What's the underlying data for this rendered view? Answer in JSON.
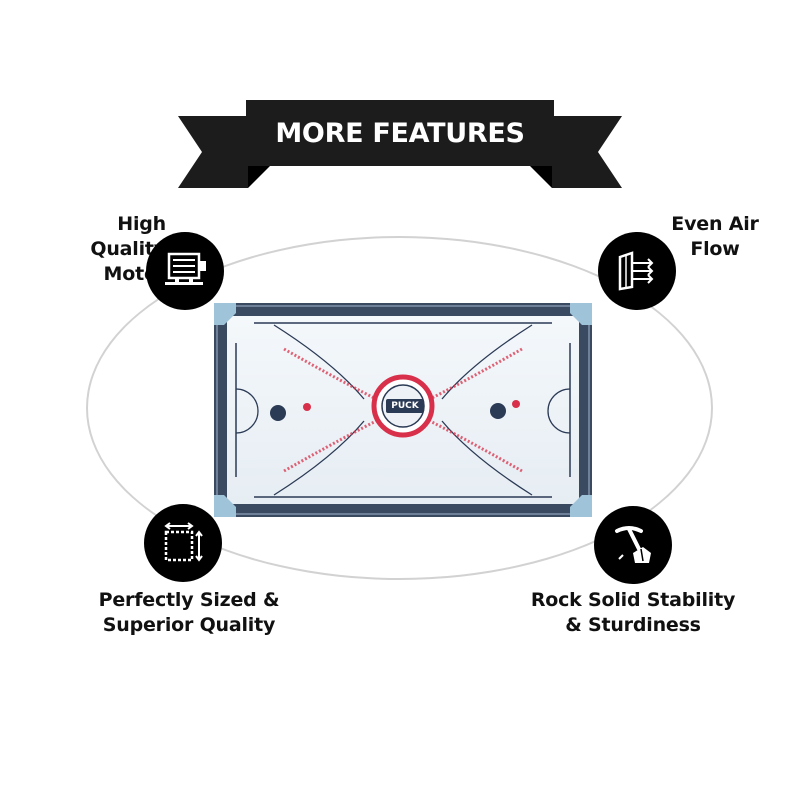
{
  "banner": {
    "title": "MORE FEATURES"
  },
  "features": [
    {
      "line1": "High Quality",
      "line2": "Motor",
      "icon": "motor-icon"
    },
    {
      "line1": "Even Air",
      "line2": "Flow",
      "icon": "air-flow-icon"
    },
    {
      "line1": "Perfectly Sized &",
      "line2": "Superior Quality",
      "icon": "dimensions-icon"
    },
    {
      "line1": "Rock Solid Stability",
      "line2": "& Sturdiness",
      "icon": "pickaxe-rock-icon"
    }
  ],
  "table": {
    "puck_label": "PUCK"
  },
  "colors": {
    "banner": "#1c1c1c",
    "icon_bg": "#000000",
    "table_frame": "#3a4a60",
    "accent": "#d8304a"
  }
}
